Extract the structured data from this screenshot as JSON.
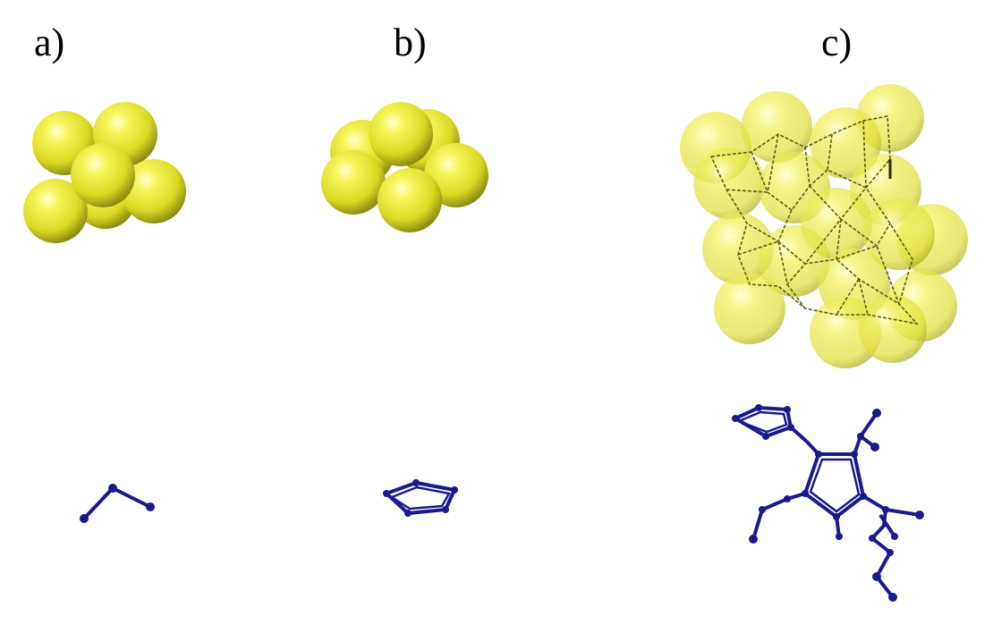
{
  "panels": [
    {
      "label": "a)"
    },
    {
      "label": "b)"
    },
    {
      "label": "c)"
    }
  ],
  "colors": {
    "sphere_highlight": "#ffffb0",
    "sphere_base": "#e6e62a",
    "sphere_shadow": "#8c8c10",
    "chain_color": "#1a1a8c",
    "wire_color": "#6b6b20",
    "background": "#ffffff"
  }
}
